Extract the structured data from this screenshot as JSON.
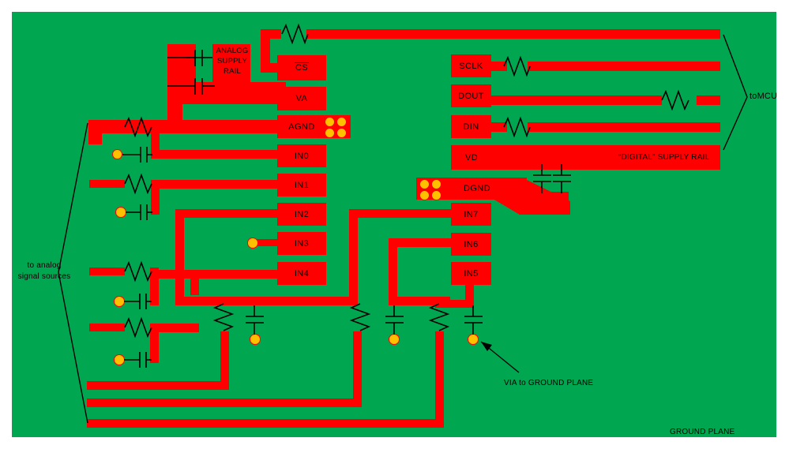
{
  "diagram": {
    "title": "ADC PCB layout with analog and digital supply rails",
    "colors": {
      "ground_plane": "#00a650",
      "copper": "#fe0000",
      "via": "#ffc000",
      "ink": "#000000",
      "background": "#ffffff"
    }
  },
  "annotations": {
    "analog_supply_rail": "ANALOG\nSUPPLY\nRAIL",
    "digital_supply_rail": "“DIGITAL” SUPPLY RAIL",
    "to_mcu": "toMCU",
    "to_analog_sources": "to analog\nsignal sources",
    "via_to_ground_plane": "VIA to GROUND PLANE",
    "ground_plane": "GROUND PLANE"
  },
  "pads": {
    "left_column": [
      {
        "name": "CS",
        "label": "CS",
        "overline": true
      },
      {
        "name": "VA",
        "label": "VA",
        "overline": false
      },
      {
        "name": "AGND",
        "label": "AGND",
        "overline": false
      },
      {
        "name": "IN0",
        "label": "IN0",
        "overline": false
      },
      {
        "name": "IN1",
        "label": "IN1",
        "overline": false
      },
      {
        "name": "IN2",
        "label": "IN2",
        "overline": false
      },
      {
        "name": "IN3",
        "label": "IN3",
        "overline": false
      },
      {
        "name": "IN4",
        "label": "IN4",
        "overline": false
      }
    ],
    "right_column": [
      {
        "name": "SCLK",
        "label": "SCLK"
      },
      {
        "name": "DOUT",
        "label": "DOUT"
      },
      {
        "name": "DIN",
        "label": "DIN"
      },
      {
        "name": "VD",
        "label": "VD"
      },
      {
        "name": "DGND",
        "label": "DGND"
      },
      {
        "name": "IN7",
        "label": "IN7"
      },
      {
        "name": "IN6",
        "label": "IN6"
      },
      {
        "name": "IN5",
        "label": "IN5"
      }
    ]
  },
  "components": {
    "via_clusters": [
      {
        "name": "agnd-via-cluster",
        "count": 4
      },
      {
        "name": "dgnd-via-cluster",
        "count": 4
      }
    ],
    "single_vias": 9,
    "resistors": 11,
    "capacitors": 10
  }
}
